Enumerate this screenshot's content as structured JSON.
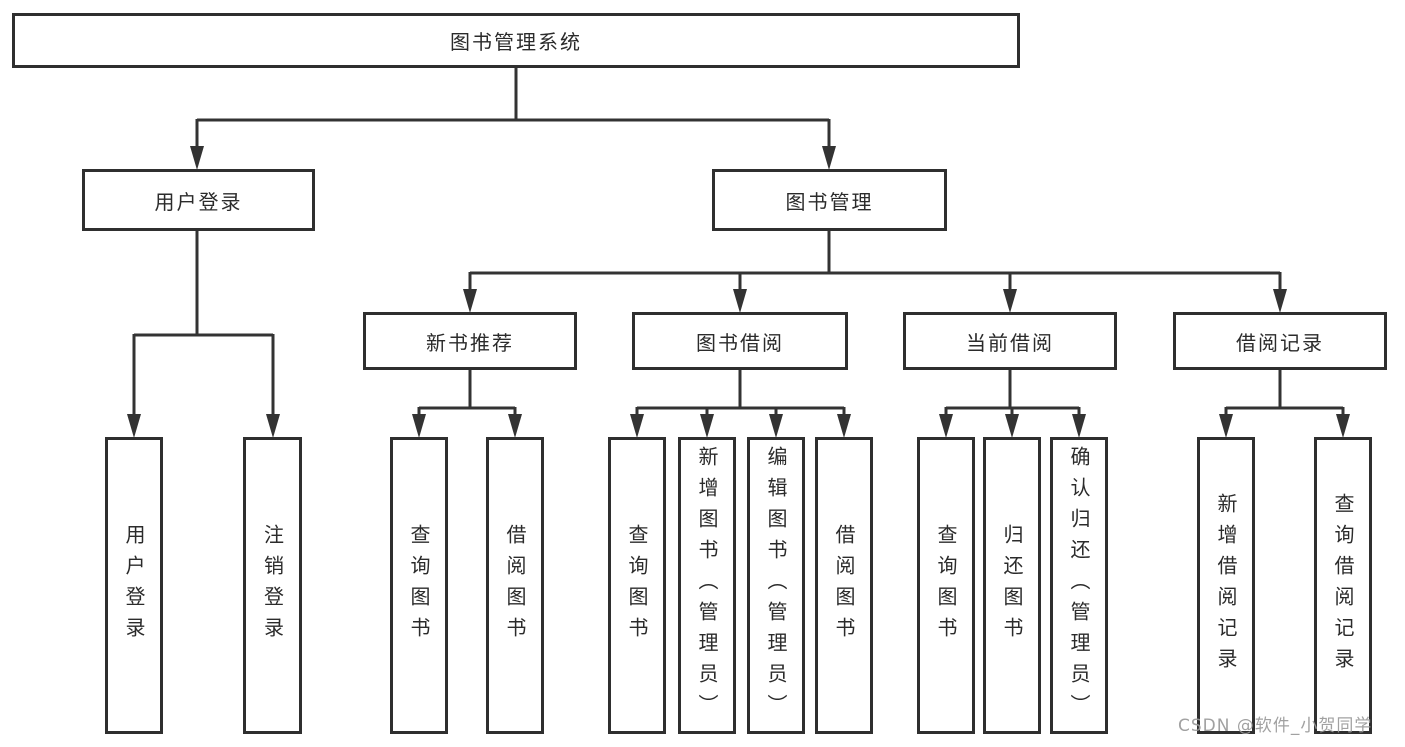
{
  "diagram": {
    "tree": {
      "label": "图书管理系统",
      "children": [
        {
          "label": "用户登录",
          "children": [
            {
              "label": "用户登录"
            },
            {
              "label": "注销登录"
            }
          ]
        },
        {
          "label": "图书管理",
          "children": [
            {
              "label": "新书推荐",
              "children": [
                {
                  "label": "查询图书"
                },
                {
                  "label": "借阅图书"
                }
              ]
            },
            {
              "label": "图书借阅",
              "children": [
                {
                  "label": "查询图书"
                },
                {
                  "label": "新增图书（管理员）"
                },
                {
                  "label": "编辑图书（管理员）"
                },
                {
                  "label": "借阅图书"
                }
              ]
            },
            {
              "label": "当前借阅",
              "children": [
                {
                  "label": "查询图书"
                },
                {
                  "label": "归还图书"
                },
                {
                  "label": "确认归还（管理员）"
                }
              ]
            },
            {
              "label": "借阅记录",
              "children": [
                {
                  "label": "新增借阅记录"
                },
                {
                  "label": "查询借阅记录"
                }
              ]
            }
          ]
        }
      ]
    },
    "colors": {
      "line": "#333333",
      "box_border": "#2f2f2f",
      "box_fill": "#ffffff",
      "text": "#2b2b2b",
      "watermark": "#9a9a9a"
    }
  },
  "watermark": {
    "text": "CSDN @软件_小贺同学"
  }
}
